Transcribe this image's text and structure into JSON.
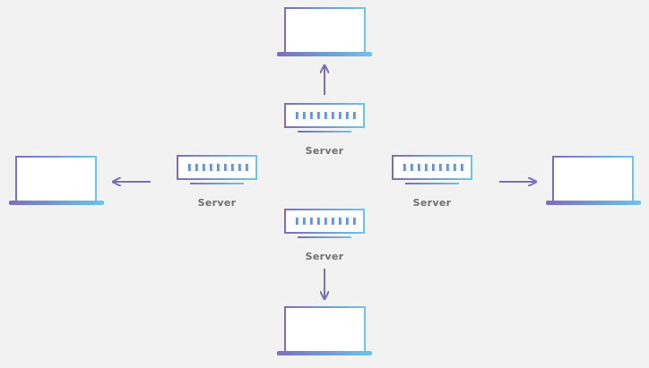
{
  "diagram": {
    "colors": {
      "background": "#f2f2f2",
      "gradient_start": "#7a6fba",
      "gradient_end": "#6ec3e6",
      "label": "#6f6f6f"
    },
    "servers": [
      {
        "id": "top",
        "label": "Server"
      },
      {
        "id": "left",
        "label": "Server"
      },
      {
        "id": "right",
        "label": "Server"
      },
      {
        "id": "bottom",
        "label": "Server"
      }
    ],
    "clients": [
      {
        "id": "top",
        "icon": "laptop-icon"
      },
      {
        "id": "left",
        "icon": "laptop-icon"
      },
      {
        "id": "right",
        "icon": "laptop-icon"
      },
      {
        "id": "bottom",
        "icon": "laptop-icon"
      }
    ],
    "connections": [
      {
        "from": "server-top",
        "to": "laptop-top",
        "direction": "up"
      },
      {
        "from": "server-left",
        "to": "laptop-left",
        "direction": "left"
      },
      {
        "from": "server-right",
        "to": "laptop-right",
        "direction": "right"
      },
      {
        "from": "server-bottom",
        "to": "laptop-bottom",
        "direction": "down"
      }
    ]
  }
}
